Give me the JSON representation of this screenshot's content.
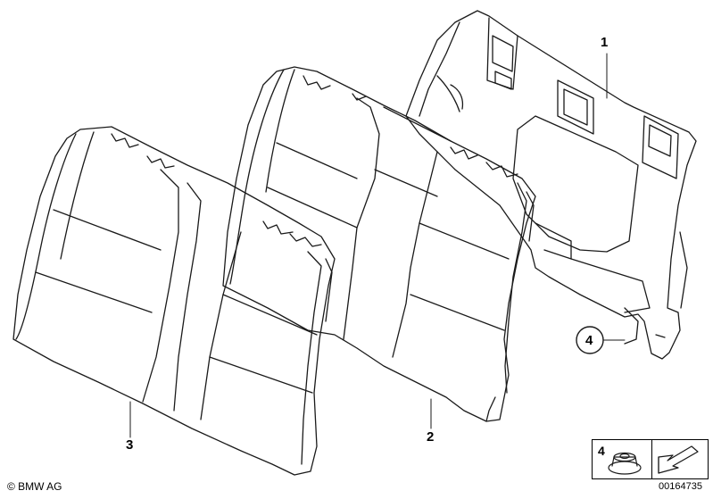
{
  "callouts": {
    "part1": "1",
    "part2": "2",
    "part3": "3",
    "part4": "4"
  },
  "legend": {
    "item_number": "4"
  },
  "footer": {
    "copyright": "© BMW AG",
    "part_number": "00164735"
  },
  "colors": {
    "line": "#1a1a1a",
    "background": "#ffffff"
  }
}
